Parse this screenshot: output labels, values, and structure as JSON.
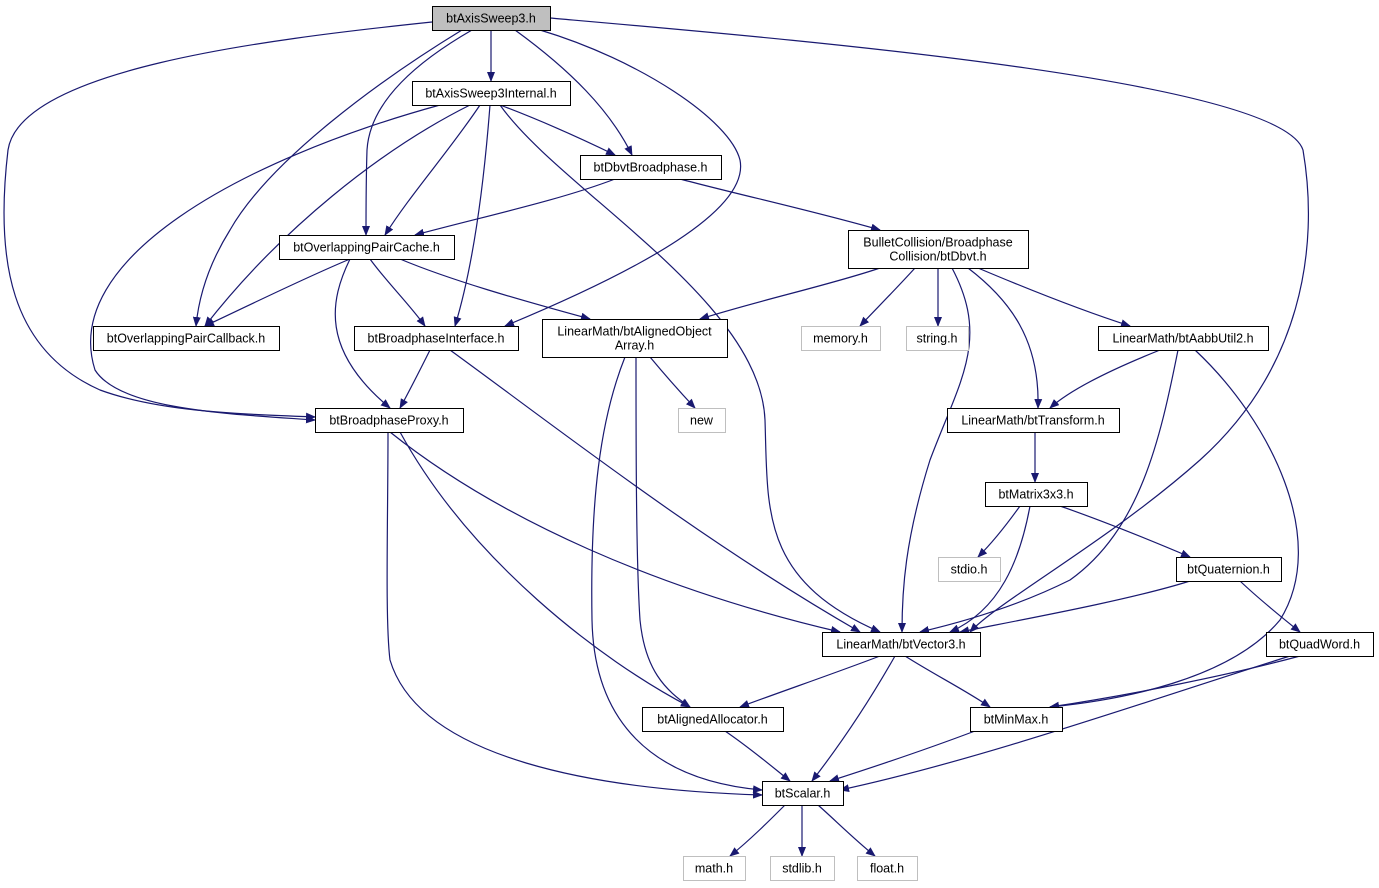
{
  "colors": {
    "edge": "#191970",
    "node_border": "#000000",
    "missing_border": "#bfbfbf",
    "missing_text": "#000000",
    "root_fill": "#bfbfbf",
    "node_fill": "#ffffff"
  },
  "nodes": [
    {
      "id": "root",
      "lines": [
        "btAxisSweep3.h"
      ],
      "kind": "root"
    },
    {
      "id": "axis3int",
      "lines": [
        "btAxisSweep3Internal.h"
      ],
      "kind": "file"
    },
    {
      "id": "dbvtbp",
      "lines": [
        "btDbvtBroadphase.h"
      ],
      "kind": "file"
    },
    {
      "id": "opc",
      "lines": [
        "btOverlappingPairCache.h"
      ],
      "kind": "file"
    },
    {
      "id": "dbvt",
      "lines": [
        "BulletCollision/Broadphase",
        "Collision/btDbvt.h"
      ],
      "kind": "file"
    },
    {
      "id": "opcb",
      "lines": [
        "btOverlappingPairCallback.h"
      ],
      "kind": "file"
    },
    {
      "id": "bpi",
      "lines": [
        "btBroadphaseInterface.h"
      ],
      "kind": "file"
    },
    {
      "id": "aoa",
      "lines": [
        "LinearMath/btAlignedObject",
        "Array.h"
      ],
      "kind": "file"
    },
    {
      "id": "memory",
      "lines": [
        "memory.h"
      ],
      "kind": "missing"
    },
    {
      "id": "string",
      "lines": [
        "string.h"
      ],
      "kind": "missing"
    },
    {
      "id": "aabb",
      "lines": [
        "LinearMath/btAabbUtil2.h"
      ],
      "kind": "file"
    },
    {
      "id": "bpp",
      "lines": [
        "btBroadphaseProxy.h"
      ],
      "kind": "file"
    },
    {
      "id": "new",
      "lines": [
        "new"
      ],
      "kind": "missing"
    },
    {
      "id": "transform",
      "lines": [
        "LinearMath/btTransform.h"
      ],
      "kind": "file"
    },
    {
      "id": "matrix",
      "lines": [
        "btMatrix3x3.h"
      ],
      "kind": "file"
    },
    {
      "id": "stdio",
      "lines": [
        "stdio.h"
      ],
      "kind": "missing"
    },
    {
      "id": "quat",
      "lines": [
        "btQuaternion.h"
      ],
      "kind": "file"
    },
    {
      "id": "vec3",
      "lines": [
        "LinearMath/btVector3.h"
      ],
      "kind": "file"
    },
    {
      "id": "quadword",
      "lines": [
        "btQuadWord.h"
      ],
      "kind": "file"
    },
    {
      "id": "alloc",
      "lines": [
        "btAlignedAllocator.h"
      ],
      "kind": "file"
    },
    {
      "id": "minmax",
      "lines": [
        "btMinMax.h"
      ],
      "kind": "file"
    },
    {
      "id": "scalar",
      "lines": [
        "btScalar.h"
      ],
      "kind": "file"
    },
    {
      "id": "math",
      "lines": [
        "math.h"
      ],
      "kind": "missing"
    },
    {
      "id": "stdlib",
      "lines": [
        "stdlib.h"
      ],
      "kind": "missing"
    },
    {
      "id": "float",
      "lines": [
        "float.h"
      ],
      "kind": "missing"
    }
  ],
  "edges": [
    {
      "from": "root",
      "to": "axis3int"
    },
    {
      "from": "root",
      "to": "dbvtbp"
    },
    {
      "from": "root",
      "to": "opc"
    },
    {
      "from": "root",
      "to": "opcb"
    },
    {
      "from": "root",
      "to": "bpi"
    },
    {
      "from": "root",
      "to": "bpp"
    },
    {
      "from": "root",
      "to": "vec3"
    },
    {
      "from": "axis3int",
      "to": "dbvtbp"
    },
    {
      "from": "axis3int",
      "to": "opc"
    },
    {
      "from": "axis3int",
      "to": "opcb"
    },
    {
      "from": "axis3int",
      "to": "bpi"
    },
    {
      "from": "axis3int",
      "to": "bpp"
    },
    {
      "from": "axis3int",
      "to": "vec3"
    },
    {
      "from": "dbvtbp",
      "to": "opc"
    },
    {
      "from": "dbvtbp",
      "to": "dbvt"
    },
    {
      "from": "opc",
      "to": "opcb"
    },
    {
      "from": "opc",
      "to": "bpi"
    },
    {
      "from": "opc",
      "to": "aoa"
    },
    {
      "from": "opc",
      "to": "bpp"
    },
    {
      "from": "dbvt",
      "to": "aoa"
    },
    {
      "from": "dbvt",
      "to": "memory"
    },
    {
      "from": "dbvt",
      "to": "string"
    },
    {
      "from": "dbvt",
      "to": "aabb"
    },
    {
      "from": "dbvt",
      "to": "transform"
    },
    {
      "from": "dbvt",
      "to": "vec3"
    },
    {
      "from": "bpi",
      "to": "bpp"
    },
    {
      "from": "bpi",
      "to": "vec3"
    },
    {
      "from": "aoa",
      "to": "new"
    },
    {
      "from": "aoa",
      "to": "alloc"
    },
    {
      "from": "aoa",
      "to": "scalar"
    },
    {
      "from": "aabb",
      "to": "transform"
    },
    {
      "from": "aabb",
      "to": "vec3"
    },
    {
      "from": "aabb",
      "to": "minmax"
    },
    {
      "from": "bpp",
      "to": "vec3"
    },
    {
      "from": "bpp",
      "to": "alloc"
    },
    {
      "from": "bpp",
      "to": "scalar"
    },
    {
      "from": "transform",
      "to": "matrix"
    },
    {
      "from": "matrix",
      "to": "stdio"
    },
    {
      "from": "matrix",
      "to": "quat"
    },
    {
      "from": "matrix",
      "to": "vec3"
    },
    {
      "from": "quat",
      "to": "vec3"
    },
    {
      "from": "quat",
      "to": "quadword"
    },
    {
      "from": "quadword",
      "to": "minmax"
    },
    {
      "from": "quadword",
      "to": "scalar"
    },
    {
      "from": "vec3",
      "to": "alloc"
    },
    {
      "from": "vec3",
      "to": "minmax"
    },
    {
      "from": "vec3",
      "to": "scalar"
    },
    {
      "from": "alloc",
      "to": "scalar"
    },
    {
      "from": "minmax",
      "to": "scalar"
    },
    {
      "from": "scalar",
      "to": "math"
    },
    {
      "from": "scalar",
      "to": "stdlib"
    },
    {
      "from": "scalar",
      "to": "float"
    }
  ]
}
